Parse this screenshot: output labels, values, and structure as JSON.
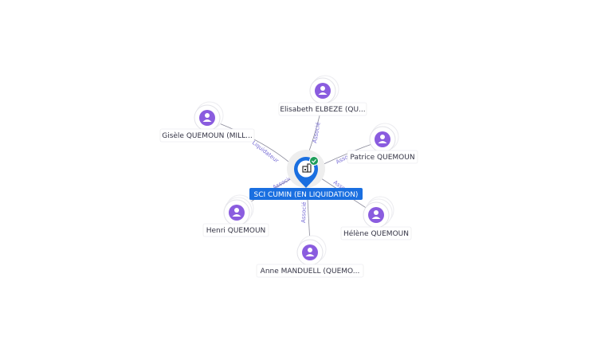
{
  "center": {
    "label": "SCI CUMIN (EN LIQUIDATION)",
    "icon": "building-icon",
    "status_icon": "check-icon",
    "colors": {
      "pin": "#1a6fe0",
      "status": "#1e9e5a"
    }
  },
  "people": [
    {
      "id": "elisabeth",
      "name": "Elisabeth ELBEZE (QU...",
      "role": "Associé"
    },
    {
      "id": "gisele",
      "name": "Gisèle QUEMOUN (MILL...",
      "role": "Liquidateur"
    },
    {
      "id": "patrice",
      "name": "Patrice QUEMOUN",
      "role": "Associé"
    },
    {
      "id": "henri",
      "name": "Henri QUEMOUN",
      "role": "Associé"
    },
    {
      "id": "helene",
      "name": "Hélène QUEMOUN",
      "role": "Associé"
    },
    {
      "id": "anne",
      "name": "Anne MANDUELL (QUEMO...",
      "role": "Associé"
    }
  ],
  "colors": {
    "person": "#8a5cdf",
    "edge_label": "#7a6fd6"
  }
}
